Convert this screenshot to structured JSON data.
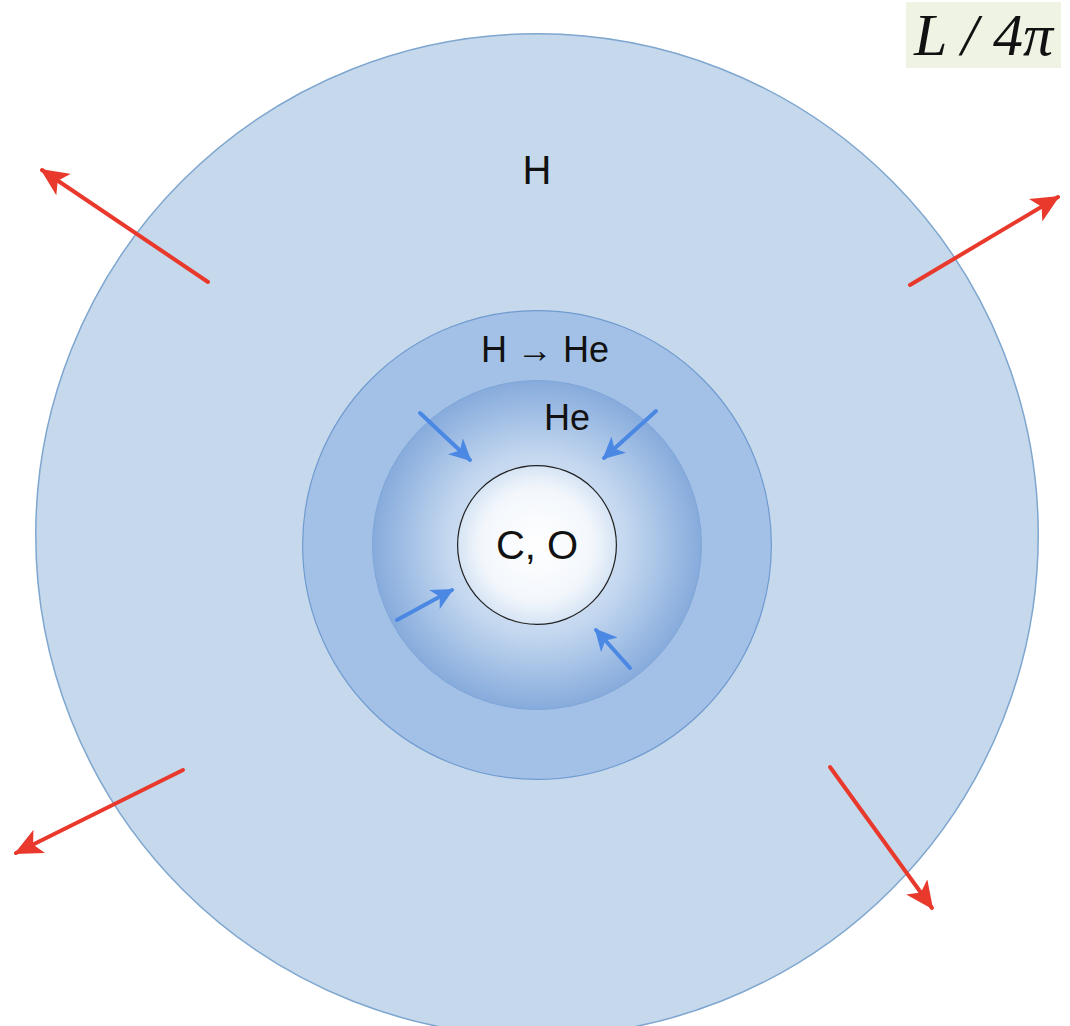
{
  "diagram": {
    "nodes": [
      {
        "text": [
          "H"
        ]
      },
      {
        "text": [
          "H → He"
        ],
        "in": 0
      },
      {
        "text": [
          "He"
        ],
        "in": 1
      },
      {
        "text": [
          "C, O"
        ],
        "in": 2
      }
    ],
    "labels": [
      "L / 4π"
    ]
  }
}
